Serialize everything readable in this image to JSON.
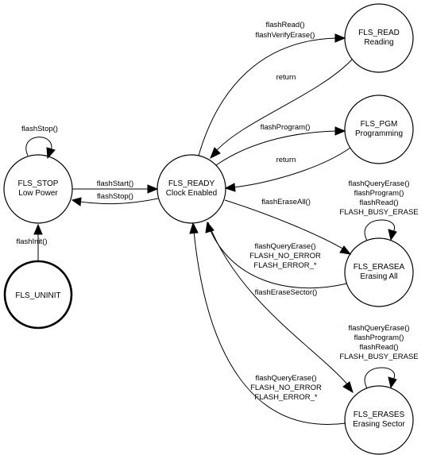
{
  "states": {
    "stop": {
      "lines": [
        "FLS_STOP",
        "Low Power"
      ]
    },
    "ready": {
      "lines": [
        "FLS_READY",
        "Clock Enabled"
      ]
    },
    "uninit": {
      "lines": [
        "FLS_UNINIT"
      ]
    },
    "read": {
      "lines": [
        "FLS_READ",
        "Reading"
      ]
    },
    "pgm": {
      "lines": [
        "FLS_PGM",
        "Programming"
      ]
    },
    "erasea": {
      "lines": [
        "FLS_ERASEA",
        "Erasing All"
      ]
    },
    "erases": {
      "lines": [
        "FLS_ERASES",
        "Erasing Sector"
      ]
    }
  },
  "transitions": {
    "stop_self": [
      "flashStop()"
    ],
    "stop_to_ready": [
      "flashStart()"
    ],
    "ready_to_stop": [
      "flashStop()"
    ],
    "uninit_to_stop": [
      "flashInit()"
    ],
    "ready_to_read": [
      "flashRead()",
      "flashVerifyErase()"
    ],
    "read_return": [
      "return"
    ],
    "ready_to_pgm": [
      "flashProgram()"
    ],
    "pgm_return": [
      "return"
    ],
    "ready_to_erasea": [
      "flashEraseAll()"
    ],
    "erasea_self": [
      "flashQueryErase()",
      "flashProgram()",
      "flashRead()",
      "FLASH_BUSY_ERASE"
    ],
    "erasea_return": [
      "flashQueryErase()",
      "FLASH_NO_ERROR",
      "FLASH_ERROR_*"
    ],
    "ready_to_erases": [
      "flashEraseSector()"
    ],
    "erases_self": [
      "flashQueryErase()",
      "flashProgram()",
      "flashRead()",
      "FLASH_BUSY_ERASE"
    ],
    "erases_return": [
      "flashQueryErase()",
      "FLASH_NO_ERROR",
      "FLASH_ERROR_*"
    ]
  }
}
